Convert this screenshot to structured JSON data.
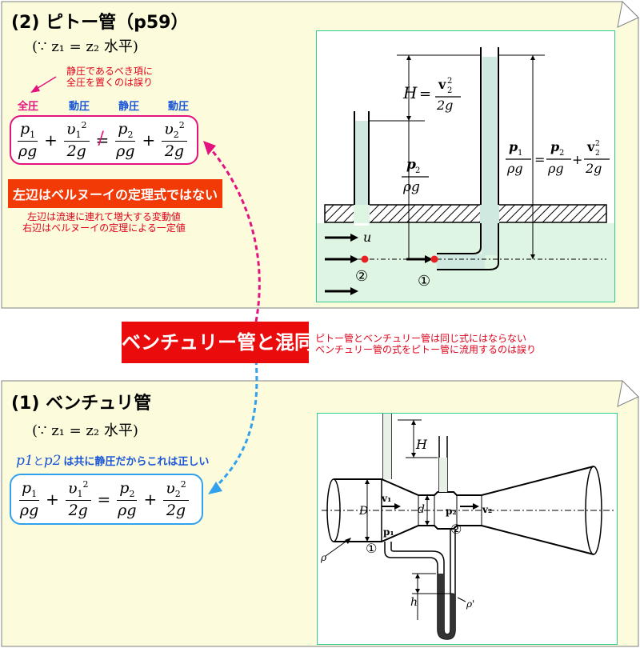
{
  "pitot": {
    "title": "(2) ピトー管（p59）",
    "condition": "(∵ z₁ = z₂ 水平)",
    "note": [
      "静圧であるべき項に",
      "全圧を置くのは誤り"
    ],
    "term_labels": [
      "全圧",
      "動圧",
      "静圧",
      "動圧"
    ],
    "warning": "左辺はベルヌーイの定理式ではない",
    "explain": [
      "左辺は流速に連れて増大する変動値",
      "右辺はベルヌーイの定理による一定値"
    ],
    "figure": {
      "H_label": "H",
      "H_eq": "v₂²/2g",
      "p2_label": "p₂/ρg",
      "main_eq": "p₁/ρg = p₂/ρg + v₂²/2g",
      "u_label": "u",
      "pt1": "①",
      "pt2": "②"
    }
  },
  "center": {
    "banner": "ベンチュリー管と混同",
    "note": [
      "ピトー管とベンチュリー管は同じ式にはならない",
      "ベンチュリー管の式をピトー管に流用するのは誤り"
    ]
  },
  "venturi": {
    "title": "(1) ベンチュリ管",
    "condition": "(∵ z₁ = z₂ 水平)",
    "note_italic1": "p1",
    "note_and": "と",
    "note_italic2": "p2",
    "note_rest": "は共に静圧だからこれは正しい",
    "figure": {
      "H": "H",
      "D": "D",
      "d": "d",
      "v1": "v₁",
      "v2": "v₂",
      "p1": "p₁",
      "p2": "p₂",
      "h": "h",
      "rho": "ρ",
      "rho2": "ρ'",
      "pt1": "①",
      "pt2": "②"
    }
  },
  "colors": {
    "panel_bg": "#fcfcdc",
    "pink": "#e2137e",
    "blue": "#31a1ee",
    "red_banner": "#ea0c0c",
    "orange_banner": "#f23a07"
  }
}
